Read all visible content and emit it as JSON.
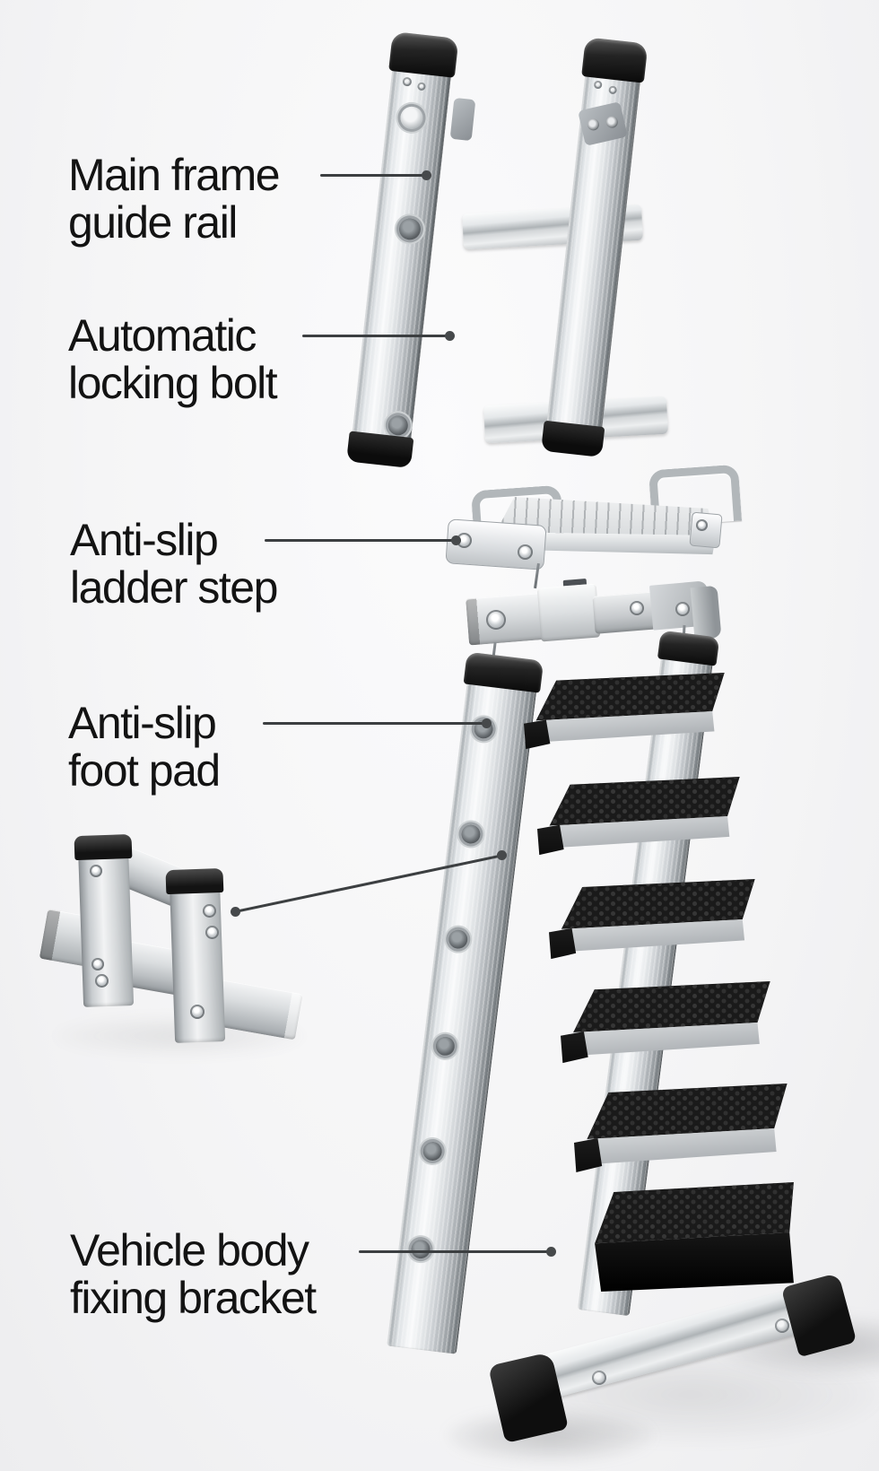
{
  "diagram": {
    "subject": "vehicle ladder exploded parts diagram",
    "labels": {
      "main_frame": "Main frame\nguide rail",
      "locking_bolt": "Automatic\nlocking bolt",
      "ladder_step": "Anti-slip\nladder step",
      "foot_pad": "Anti-slip\nfoot pad",
      "fixing_bracket": "Vehicle body\nfixing bracket"
    },
    "colors": {
      "background": "#f5f5f6",
      "text": "#131313",
      "leader_line": "#3c3f41",
      "aluminum": "#d8dbdd",
      "black_parts": "#141414"
    }
  }
}
